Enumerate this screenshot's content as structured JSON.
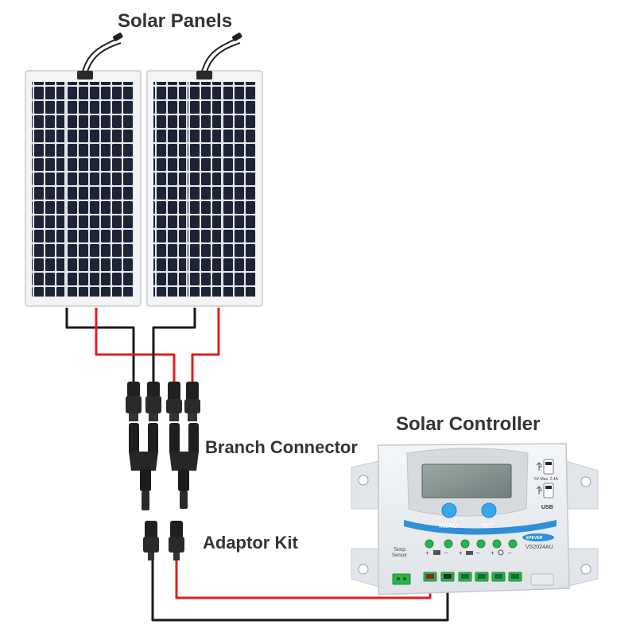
{
  "labels": {
    "solar_panels": "Solar Panels",
    "branch_connector": "Branch Connector",
    "adaptor_kit": "Adaptor Kit",
    "solar_controller": "Solar Controller"
  },
  "controller": {
    "brand": "EPEVER",
    "model": "VS2024AU",
    "menu_label": "MENU",
    "set_label": "SET",
    "usb_label": "USB",
    "usb_spec": "5V   Max. 2.4A",
    "temp_sensor_label": "Temp.\nSensor"
  },
  "icons": [
    "usb-icon",
    "solar-panel-icon",
    "battery-icon",
    "bulb-icon"
  ],
  "colors": {
    "positive_wire": "#e01e1e",
    "negative_wire": "#1a1a1a",
    "panel_cell": "#1c2436",
    "controller_body": "#e9ecef",
    "controller_button": "#35a7ea",
    "terminal_green": "#2bb24c"
  }
}
